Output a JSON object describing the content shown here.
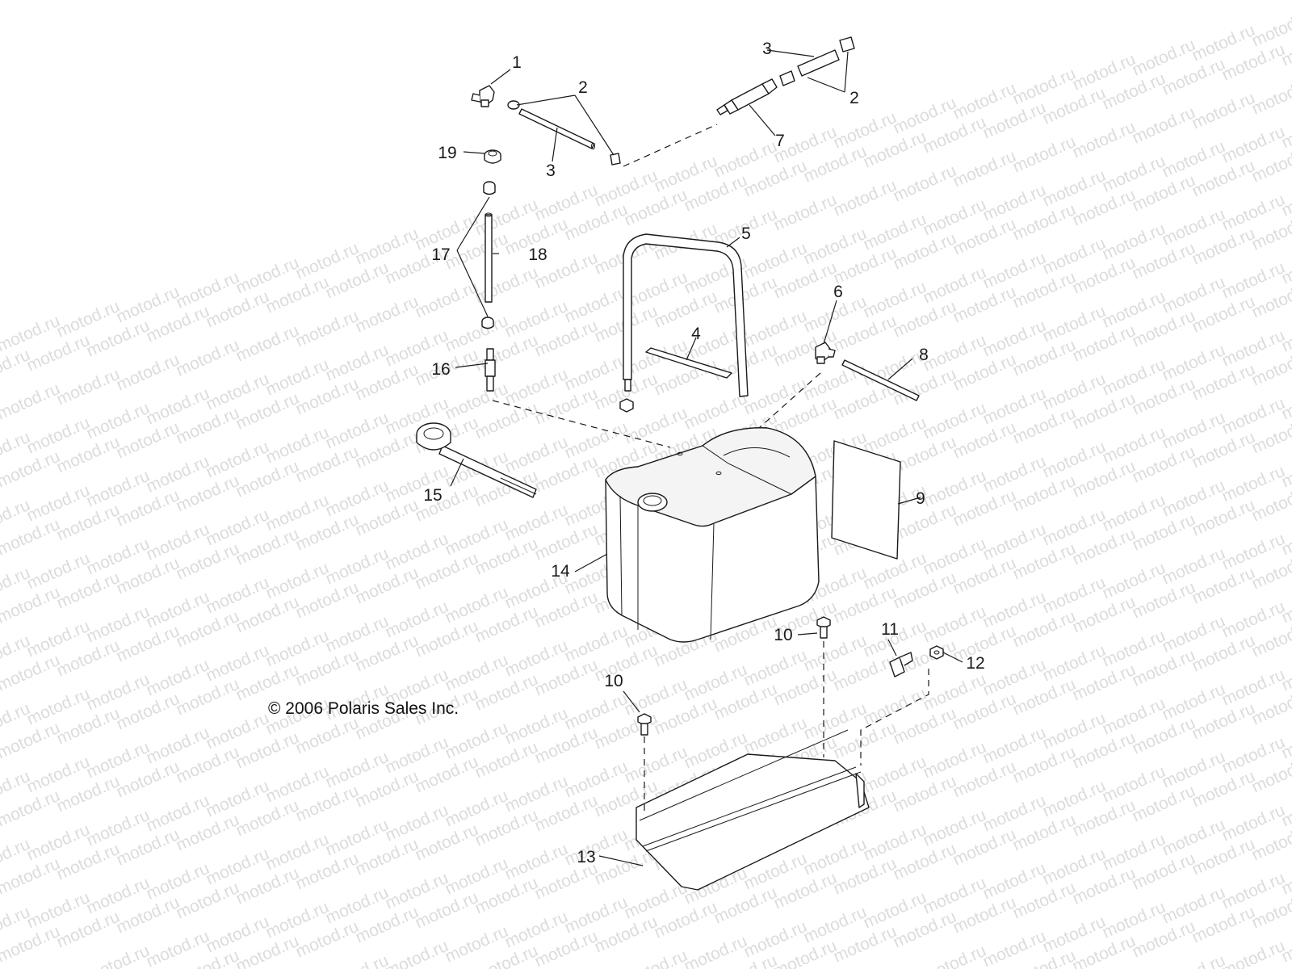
{
  "watermark": "motod.ru",
  "copyright": "© 2006 Polaris Sales Inc.",
  "callouts": {
    "c1": "1",
    "c2a": "2",
    "c2b": "2",
    "c3a": "3",
    "c3b": "3",
    "c4": "4",
    "c5": "5",
    "c6": "6",
    "c7": "7",
    "c8": "8",
    "c9": "9",
    "c10a": "10",
    "c10b": "10",
    "c11": "11",
    "c12": "12",
    "c13": "13",
    "c14": "14",
    "c15": "15",
    "c16": "16",
    "c17": "17",
    "c18": "18",
    "c19": "19"
  },
  "colors": {
    "line": "#1a1a1a",
    "watermark": "#dcdcdc",
    "background": "#ffffff"
  }
}
